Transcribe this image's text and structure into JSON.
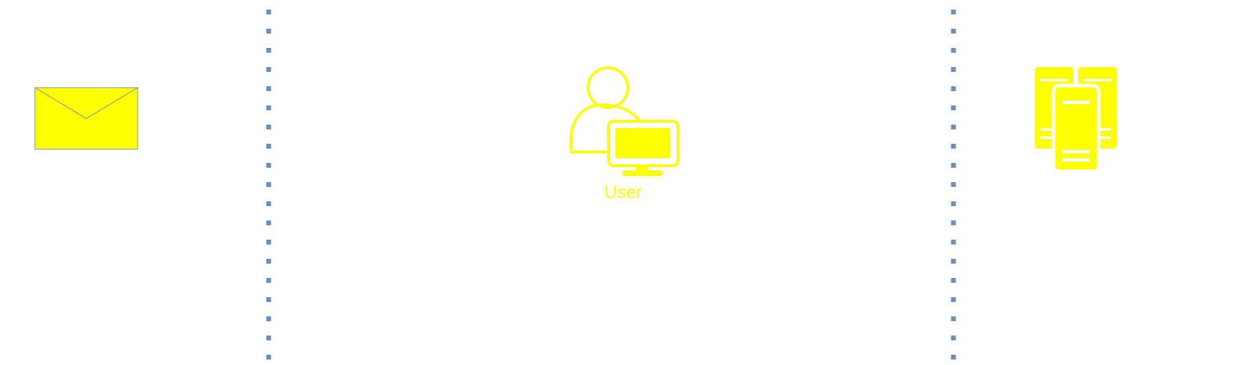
{
  "diagram": {
    "user_node": {
      "label": "User",
      "icon": "user-computer-icon"
    },
    "mail_node": {
      "icon": "envelope-icon"
    },
    "server_node": {
      "icon": "server-cluster-icon"
    },
    "separators": {
      "count": 2,
      "style": "dotted"
    }
  },
  "colors": {
    "accent": "#FFFF00",
    "separator": "#6C8EBF",
    "envelope_stroke": "#6C8EBF",
    "background": "#FFFFFF"
  }
}
